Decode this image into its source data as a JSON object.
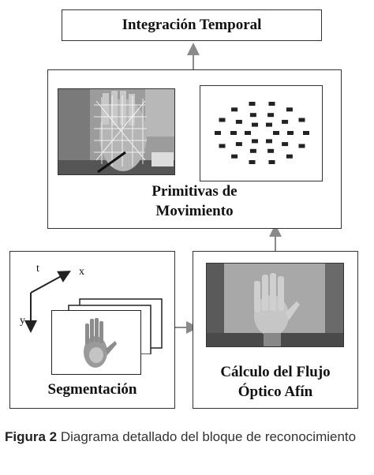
{
  "blocks": {
    "integration": {
      "label": "Integración Temporal"
    },
    "primitives": {
      "line1": "Primitivas de",
      "line2": "Movimiento"
    },
    "segmentation": {
      "label": "Segmentación"
    },
    "flow": {
      "line1": "Cálculo del Flujo",
      "line2": "Óptico Afín"
    }
  },
  "axes": {
    "t": "t",
    "x": "x",
    "y": "y"
  },
  "caption": {
    "figure": "Figura 2",
    "text": "Diagrama detallado del bloque de reconocimiento"
  },
  "colors": {
    "border": "#333333",
    "arrow": "#8a8a8a",
    "text": "#111111"
  }
}
